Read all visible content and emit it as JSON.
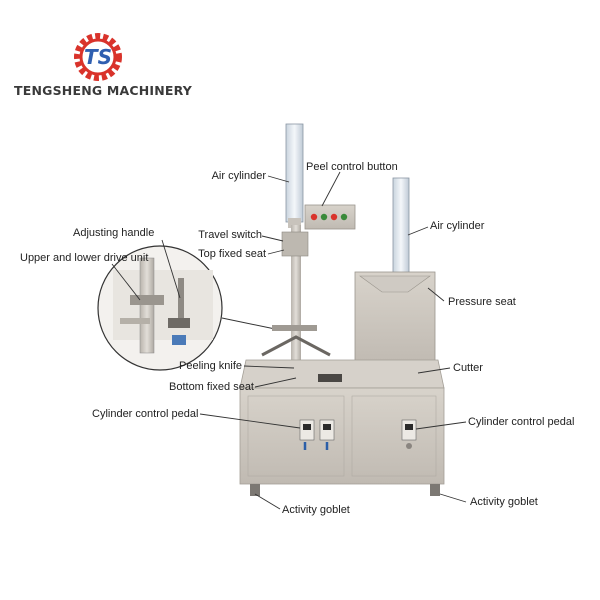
{
  "brand": {
    "name": "TENGSHENG MACHINERY",
    "logo_letters": "TS",
    "colors": {
      "logo_red": "#d9332b",
      "logo_blue": "#2f5fb0"
    }
  },
  "labels": {
    "air_cylinder_left": "Air cylinder",
    "peel_control_button": "Peel control button",
    "air_cylinder_right": "Air cylinder",
    "adjusting_handle": "Adjusting handle",
    "travel_switch": "Travel switch",
    "top_fixed_seat": "Top fixed seat",
    "upper_lower_drive_unit": "Upper and lower drive unit",
    "pressure_seat": "Pressure seat",
    "peeling_knife": "Peeling knife",
    "cutter": "Cutter",
    "bottom_fixed_seat": "Bottom fixed seat",
    "cylinder_control_pedal_left": "Cylinder control pedal",
    "cylinder_control_pedal_right": "Cylinder control pedal",
    "activity_goblet_left": "Activity goblet",
    "activity_goblet_right": "Activity goblet"
  }
}
